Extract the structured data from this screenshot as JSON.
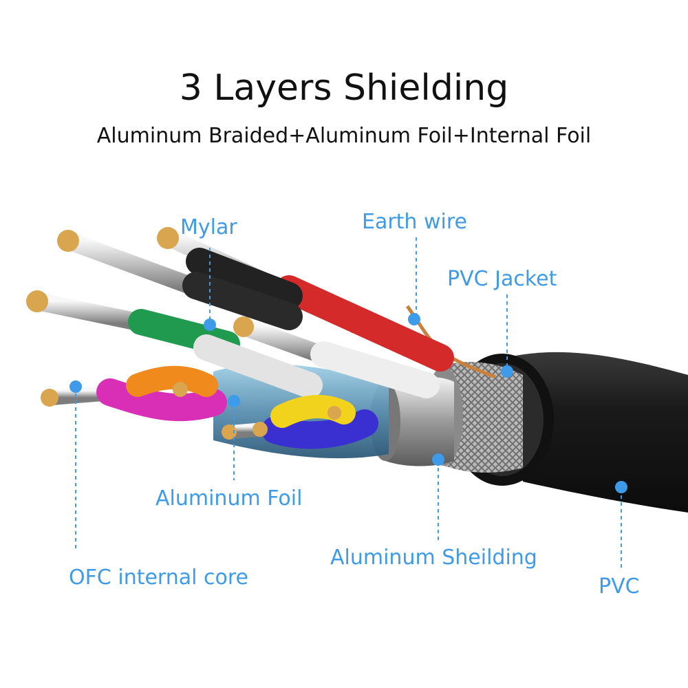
{
  "title": "3 Layers Shielding",
  "subtitle": "Aluminum Braided+Aluminum Foil+Internal Foil",
  "colors": {
    "callout": "#3d9be9",
    "jacket": "#1c1c1c",
    "red": "#d42a2a",
    "green": "#1f9a4f",
    "white": "#eeeeee",
    "orange": "#f08a1c",
    "magenta": "#d82fb6",
    "yellow": "#f1d21c",
    "blue": "#3a2fd0",
    "black": "#2a2a2a",
    "copper": "#d9a54e"
  },
  "labels": {
    "mylar": "Mylar",
    "earth_wire": "Earth wire",
    "pvc_jacket": "PVC Jacket",
    "aluminum_foil": "Aluminum Foil",
    "aluminum_sheilding": "Aluminum Sheilding",
    "ofc_internal_core": "OFC internal core",
    "pvc": "PVC"
  }
}
